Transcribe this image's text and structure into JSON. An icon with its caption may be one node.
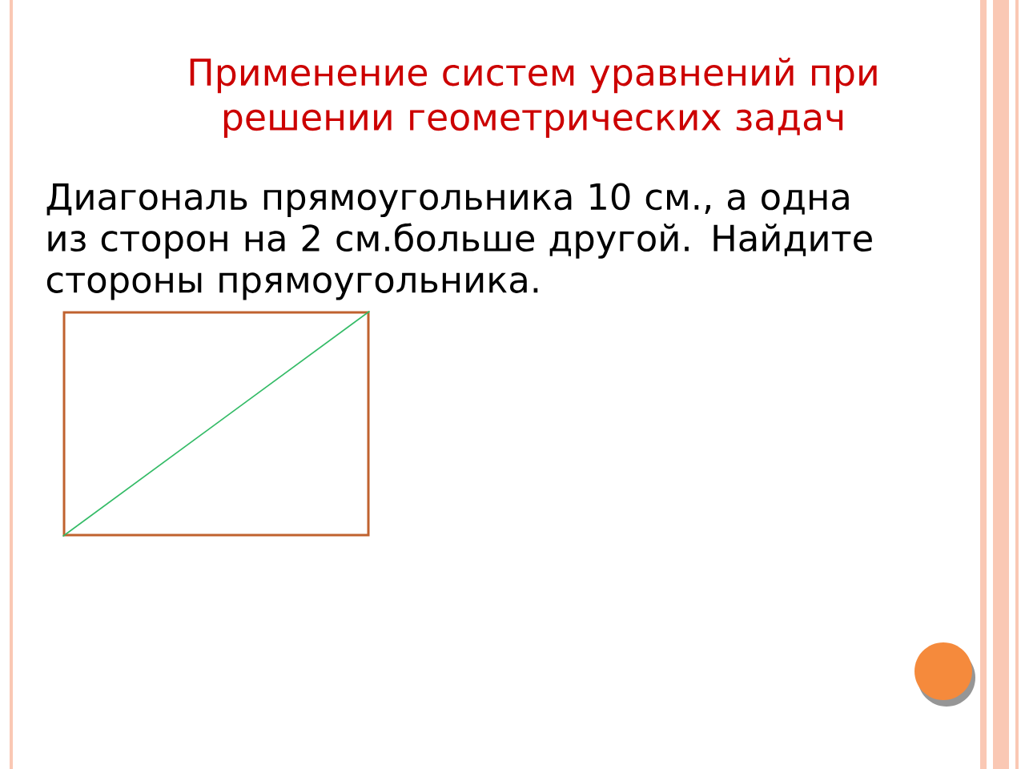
{
  "diagram": {
    "title": "Применение систем уравнений при решении геометрических задач",
    "nodes": [
      {
        "text": [],
        "shape": "box"
      }
    ],
    "labels": [
      "Диагональ прямоугольника 10 см., а одна из сторон на 2 см.больше другой. Найдите стороны прямоугольника."
    ]
  }
}
